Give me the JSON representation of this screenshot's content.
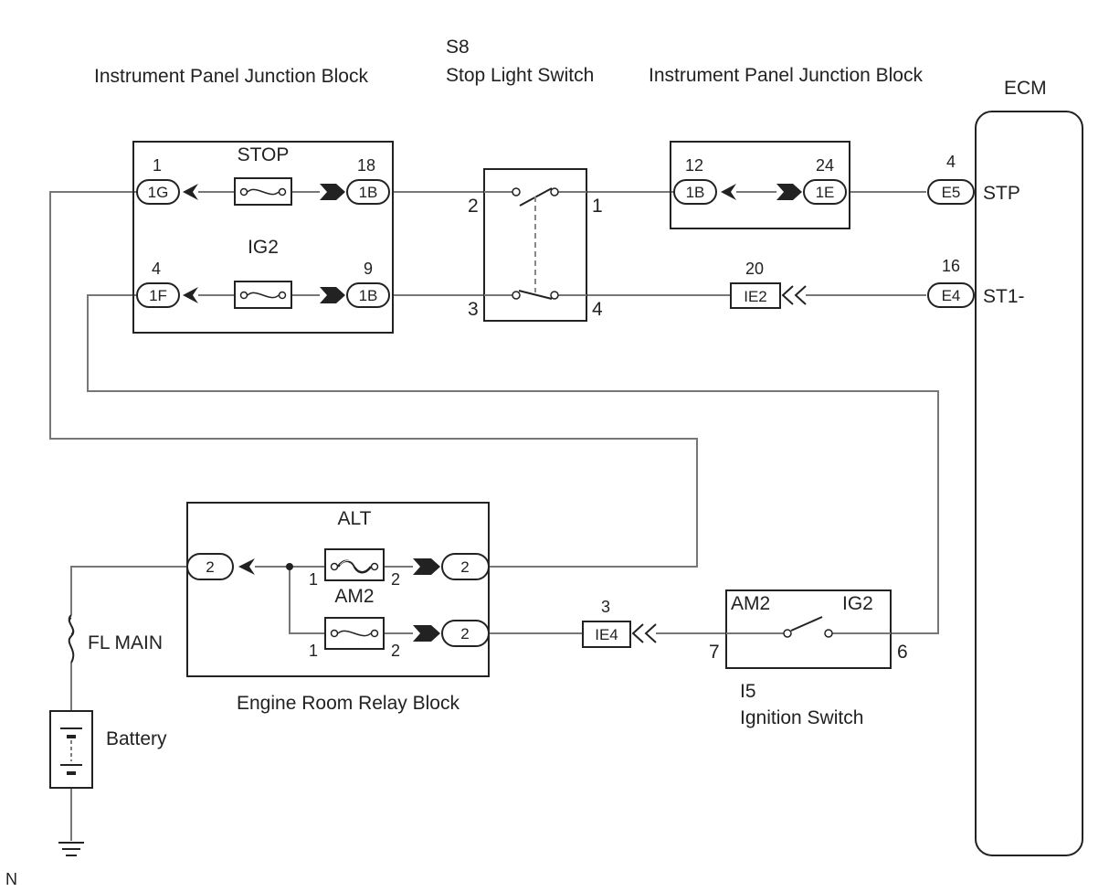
{
  "colors": {
    "wire": "#777777",
    "ink": "#222222",
    "background": "#ffffff"
  },
  "labels": {
    "ipjb_left": "Instrument Panel Junction Block",
    "ipjb_right": "Instrument Panel Junction Block",
    "stop_switch_code": "S8",
    "stop_switch_name": "Stop Light Switch",
    "ecm": "ECM",
    "engine_relay_block": "Engine Room Relay Block",
    "ignition_code": "I5",
    "ignition_name": "Ignition Switch",
    "fl_main": "FL MAIN",
    "battery": "Battery",
    "corner_mark": "N"
  },
  "fuses": {
    "stop": "STOP",
    "ig2": "IG2",
    "alt": "ALT",
    "am2": "AM2"
  },
  "connectors": {
    "c_1g": "1G",
    "c_1b_a": "1B",
    "c_1f": "1F",
    "c_1b_b": "1B",
    "c_1b_c": "1B",
    "c_1e": "1E",
    "c_e5": "E5",
    "c_e4": "E4",
    "c_ie2": "IE2",
    "c_ie4": "IE4",
    "c_relay_in": "2",
    "c_relay_alt_out": "2",
    "c_relay_am2_out": "2"
  },
  "pins": {
    "p_1g": "1",
    "p_1b_a": "18",
    "p_1f": "4",
    "p_1b_b": "9",
    "p_sw_2": "2",
    "p_sw_1": "1",
    "p_sw_3": "3",
    "p_sw_4": "4",
    "p_1b_c": "12",
    "p_1e": "24",
    "p_e5": "4",
    "p_e4": "16",
    "p_ie2": "20",
    "p_ie4": "3",
    "p_alt_1": "1",
    "p_alt_2": "2",
    "p_am2_1": "1",
    "p_am2_2": "2",
    "p_ign_7": "7",
    "p_ign_6": "6"
  },
  "terminals": {
    "stp": "STP",
    "st1": "ST1-",
    "ign_am2": "AM2",
    "ign_ig2": "IG2"
  }
}
